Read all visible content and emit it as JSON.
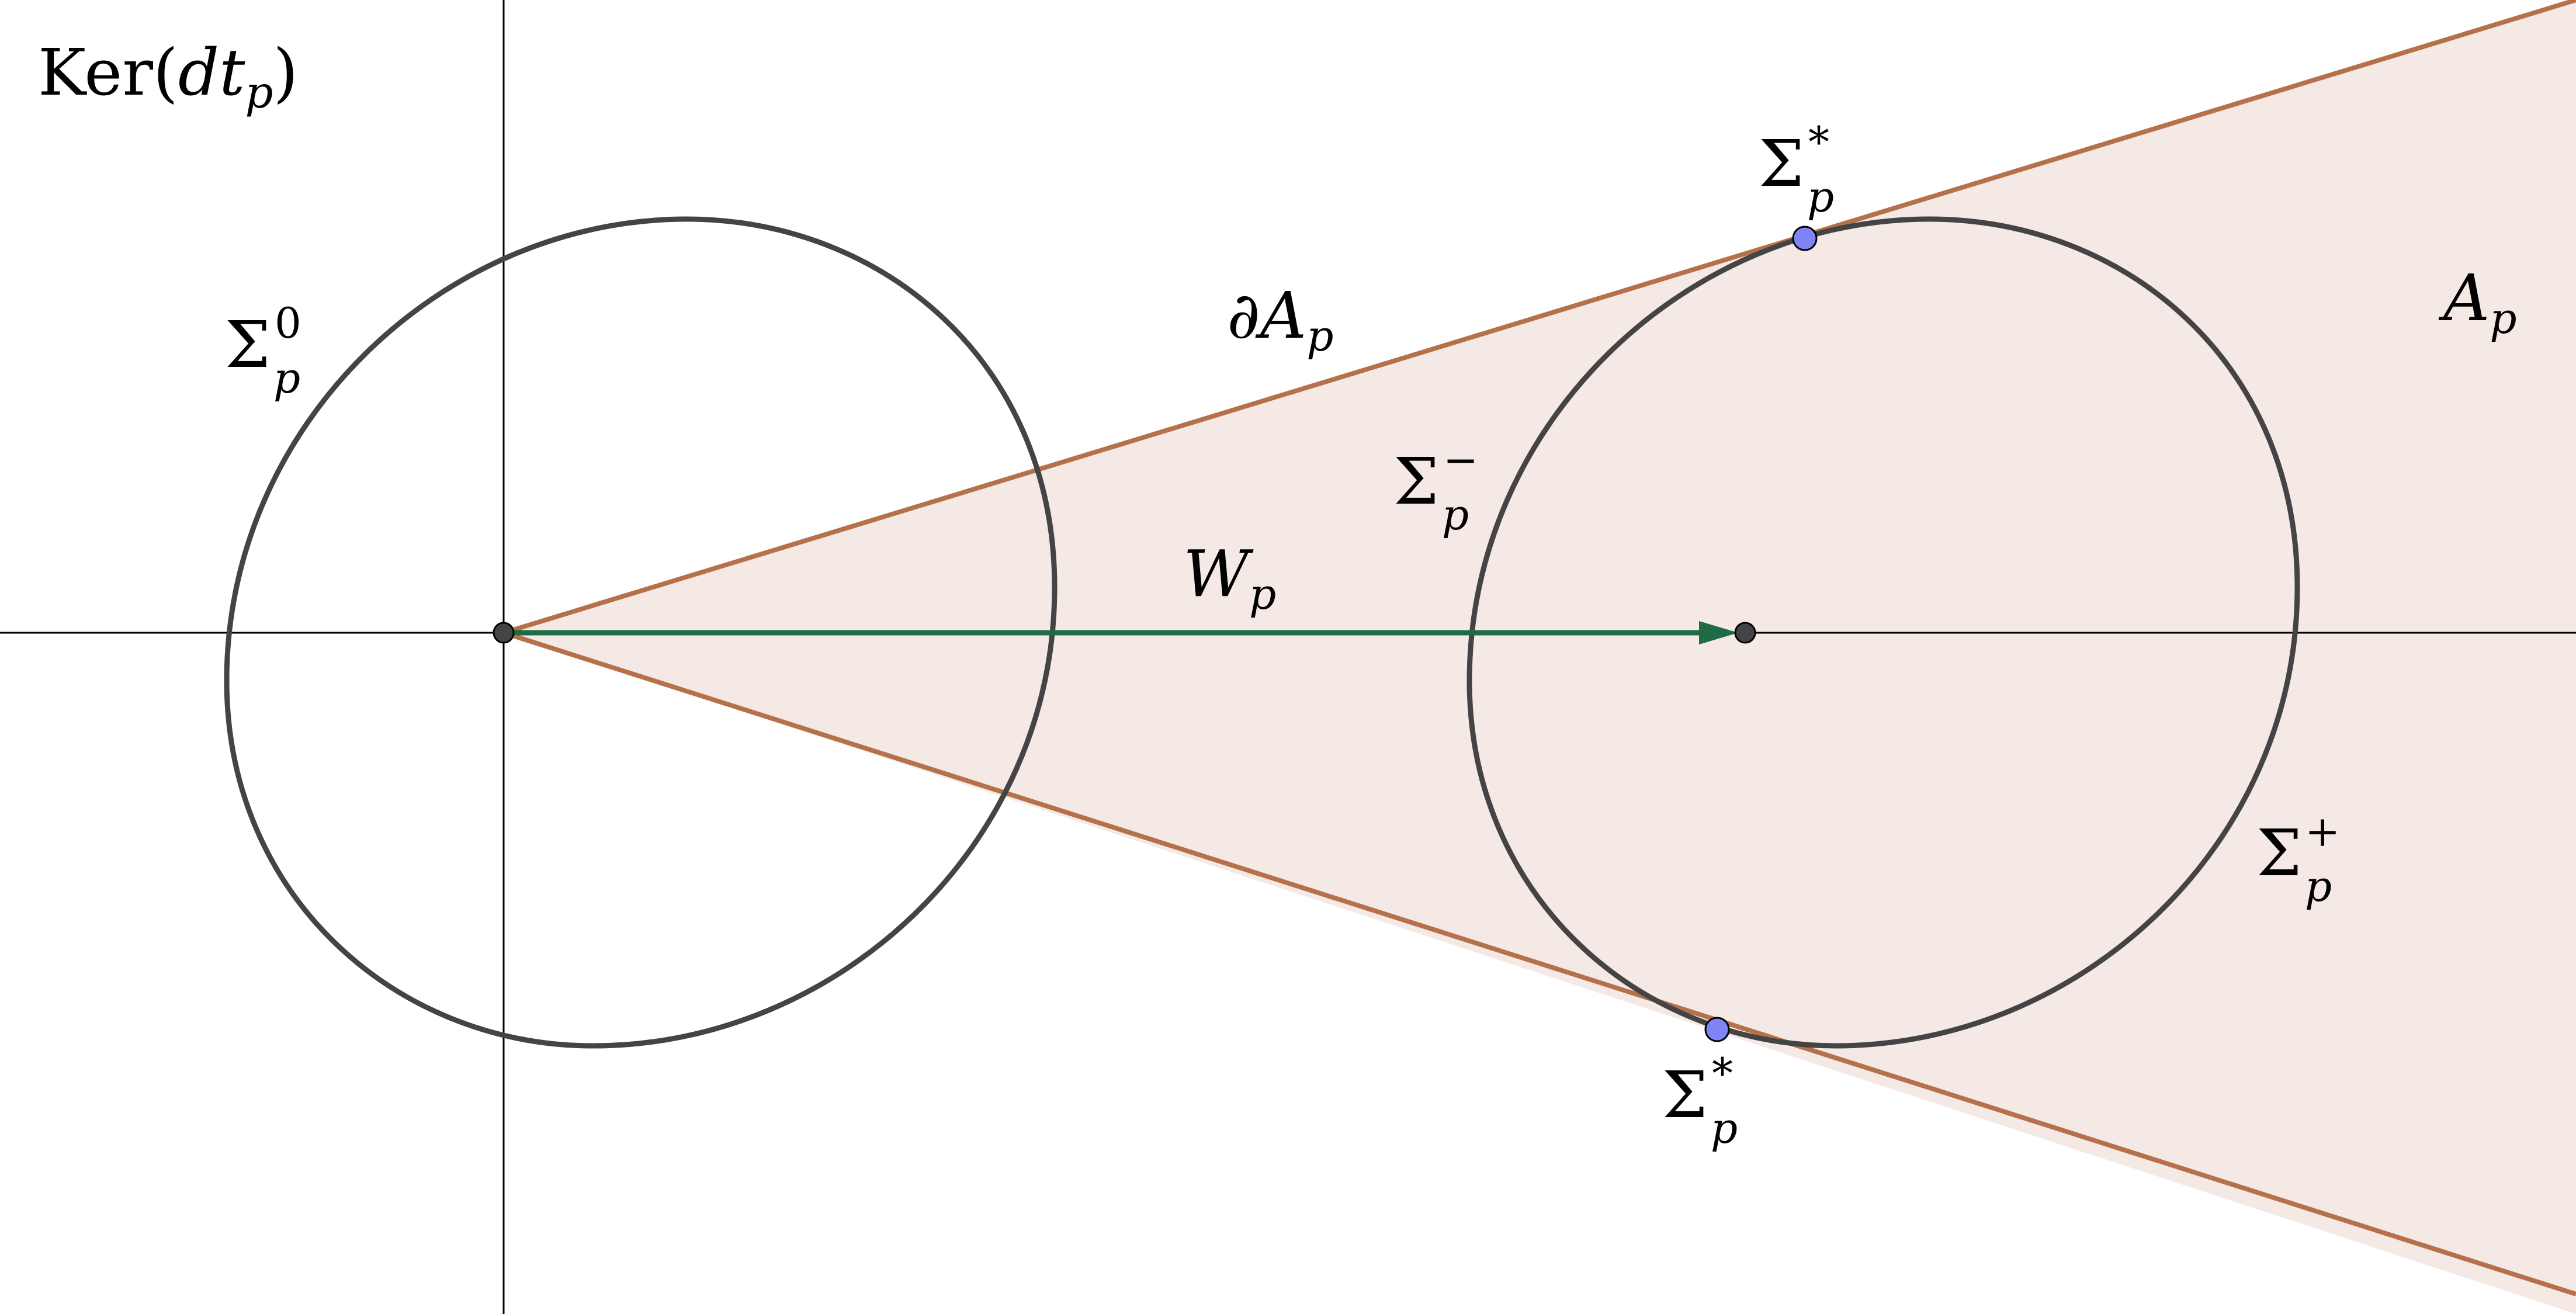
{
  "title": {
    "main": "Ker(",
    "var": "dt",
    "sub": "p",
    "close": ")"
  },
  "labels": {
    "sigma0": {
      "base": "Σ",
      "sup": "0",
      "sub": "p"
    },
    "sigma_minus": {
      "base": "Σ",
      "sup": "−",
      "sub": "p"
    },
    "sigma_plus": {
      "base": "Σ",
      "sup": "+",
      "sub": "p"
    },
    "sigma_star_top": {
      "base": "Σ",
      "sup": "*",
      "sub": "p"
    },
    "sigma_star_bottom": {
      "base": "Σ",
      "sup": "*",
      "sub": "p"
    },
    "boundary_A": {
      "base": "∂A",
      "sub": "p"
    },
    "region_A": {
      "base": "A",
      "sub": "p"
    },
    "vector_W": {
      "base": "W",
      "sub": "p"
    }
  },
  "colors": {
    "axis": "#000000",
    "circle": "#444444",
    "cone_edge": "#b5714a",
    "cone_fill": "#f4e9e5",
    "vector": "#1f6b45",
    "origin_point": "#444444",
    "tangent_point": "#7f84f4"
  }
}
